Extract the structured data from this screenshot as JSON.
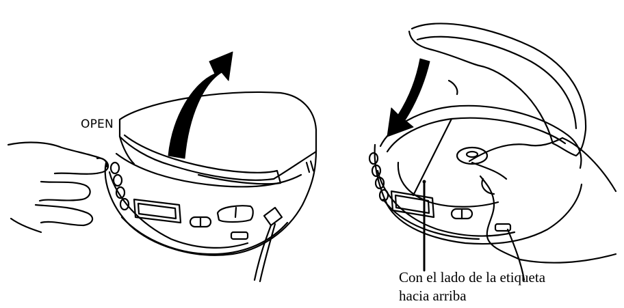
{
  "labels": {
    "open": "OPEN",
    "caption_line1": "Con el lado de la etiqueta",
    "caption_line2": "hacia arriba"
  },
  "icons": {
    "left_arrow": "curved-up-arrow-icon",
    "right_arrow": "curved-down-arrow-icon"
  }
}
